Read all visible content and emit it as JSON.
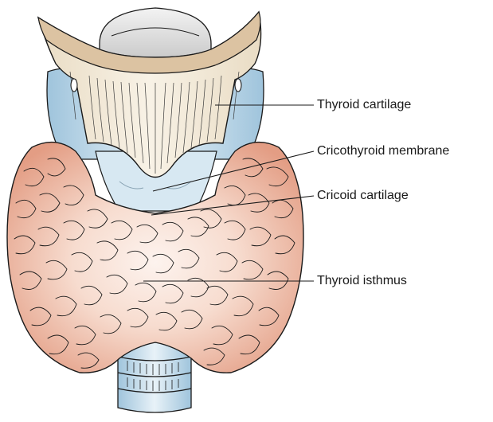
{
  "labels": {
    "thyroid_cartilage": "Thyroid cartilage",
    "cricothyroid_membrane": "Cricothyroid membrane",
    "cricoid_cartilage": "Cricoid cartilage",
    "thyroid_isthmus": "Thyroid isthmus"
  },
  "colors": {
    "thyroid_gland_outer": "#e8a58c",
    "thyroid_gland_inner": "#fbe8e0",
    "thyroid_cartilage": "#f2e8d6",
    "cartilage_rim": "#d9bfa0",
    "trachea_blue": "#cfe3ef",
    "outline": "#1a1a1a"
  }
}
